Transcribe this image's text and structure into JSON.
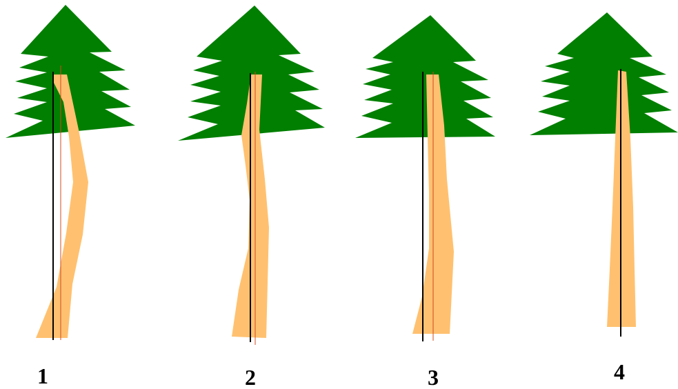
{
  "colors": {
    "foliage": "#007f00",
    "trunk": "#ffc170",
    "vertical_line": "#000000",
    "reference_line": "#d2481c",
    "background": "#ffffff"
  },
  "trees": [
    {
      "label": "1",
      "foliage_icon": "fir-crown",
      "trunk_icon": "curved-trunk",
      "has_reference_line": true
    },
    {
      "label": "2",
      "foliage_icon": "fir-crown",
      "trunk_icon": "curved-trunk",
      "has_reference_line": true
    },
    {
      "label": "3",
      "foliage_icon": "fir-crown",
      "trunk_icon": "curved-trunk",
      "has_reference_line": true
    },
    {
      "label": "4",
      "foliage_icon": "fir-crown",
      "trunk_icon": "straight-trunk",
      "has_reference_line": false
    }
  ]
}
